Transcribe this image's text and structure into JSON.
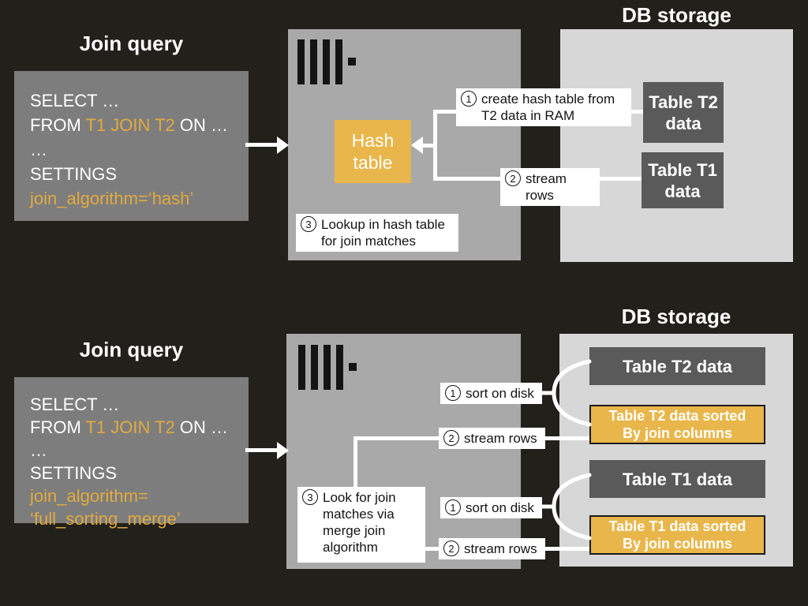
{
  "colors": {
    "background": "#22201a",
    "query_box_gray": "#7d7d7d",
    "server_box_gray": "#a9a9a9",
    "db_box_gray": "#d7d7d7",
    "table_box_dark": "#5a5a5a",
    "clickhouse_yellow": "#e8b64a",
    "code_yellow": "#e2aa3f",
    "connector_white": "#ffffff",
    "step_label_bg": "#ffffff",
    "step_label_text": "#141414"
  },
  "hash_join": {
    "query_title": "Join query",
    "query_code": {
      "line1": "SELECT …",
      "line2_pre": "FROM ",
      "line2_highlight": "T1 JOIN T2",
      "line2_post": " ON …",
      "line3": "…",
      "line4": "SETTINGS",
      "line5": "join_algorithm=‘hash’"
    },
    "server": {
      "logo": "clickhouse-logo",
      "hash_table_box": "Hash\ntable",
      "steps": {
        "create_hash": {
          "num": "1",
          "text": "create hash table from\nT2 data in RAM"
        },
        "stream_rows": {
          "num": "2",
          "text": "stream rows"
        },
        "lookup": {
          "num": "3",
          "text": "Lookup in hash table\nfor join matches"
        }
      }
    },
    "db_storage": {
      "title": "DB storage",
      "table_t2": "Table T2\ndata",
      "table_t1": "Table T1\ndata"
    }
  },
  "merge_join": {
    "query_title": "Join query",
    "query_code": {
      "line1": "SELECT …",
      "line2_pre": "FROM ",
      "line2_highlight": "T1 JOIN T2",
      "line2_post": " ON …",
      "line3": "…",
      "line4": "SETTINGS",
      "line5": "join_algorithm=",
      "line6": "‘full_sorting_merge’"
    },
    "server": {
      "logo": "clickhouse-logo",
      "steps": {
        "sort_t2": {
          "num": "1",
          "text": "sort on disk"
        },
        "stream_t2": {
          "num": "2",
          "text": "stream rows"
        },
        "merge": {
          "num": "3",
          "text": "Look for join\nmatches via\nmerge join\nalgorithm"
        },
        "sort_t1": {
          "num": "1",
          "text": "sort on disk"
        },
        "stream_t1": {
          "num": "2",
          "text": "stream rows"
        }
      }
    },
    "db_storage": {
      "title": "DB storage",
      "table_t2": "Table T2 data",
      "table_t2_sorted": "Table T2 data sorted\nBy join columns",
      "table_t1": "Table T1 data",
      "table_t1_sorted": "Table T1 data sorted\nBy join columns"
    }
  }
}
